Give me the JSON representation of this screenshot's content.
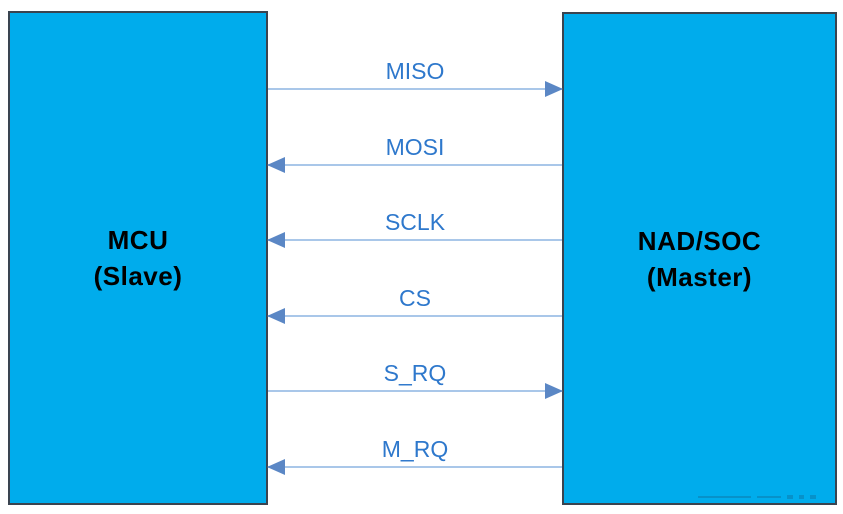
{
  "diagram": {
    "left_box": {
      "title": "MCU",
      "subtitle": "(Slave)"
    },
    "right_box": {
      "title": "NAD/SOC",
      "subtitle": "(Master)"
    },
    "signals": [
      {
        "label": "MISO",
        "direction": "right"
      },
      {
        "label": "MOSI",
        "direction": "left"
      },
      {
        "label": "SCLK",
        "direction": "left"
      },
      {
        "label": "CS",
        "direction": "left"
      },
      {
        "label": "S_RQ",
        "direction": "right"
      },
      {
        "label": "M_RQ",
        "direction": "left"
      }
    ],
    "colors": {
      "box_fill": "#00ACEC",
      "box_border": "#3A4450",
      "connector_line": "#A9C7E9",
      "arrowhead": "#5B87C5",
      "signal_label_text": "#2E78CC",
      "box_text": "#000000"
    }
  }
}
